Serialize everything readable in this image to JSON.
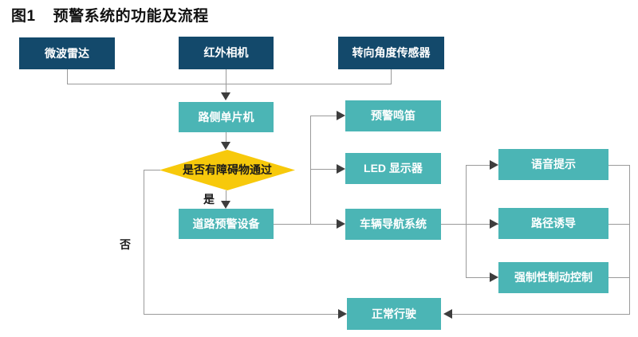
{
  "figure": {
    "number": "图1",
    "title": "预警系统的功能及流程"
  },
  "colors": {
    "sensor_fill": "#13496b",
    "process_fill": "#4bb5b5",
    "decision_fill": "#f7c90b",
    "connector": "#9a9a9a",
    "arrow": "#3d3d3d",
    "background": "#ffffff"
  },
  "nodes": {
    "sensors": [
      {
        "id": "microwave-radar",
        "label": "微波雷达"
      },
      {
        "id": "infrared-camera",
        "label": "红外相机"
      },
      {
        "id": "steering-angle-sensor",
        "label": "转向角度传感器"
      }
    ],
    "controller": {
      "id": "roadside-mcu",
      "label": "路侧单片机"
    },
    "decision": {
      "id": "obstacle-check",
      "label": "是否有障碍物通过"
    },
    "road_warning_device": {
      "id": "road-warning-device",
      "label": "道路预警设备"
    },
    "outputs": [
      {
        "id": "warning-horn",
        "label": "预警鸣笛"
      },
      {
        "id": "led-display",
        "label": "LED 显示器"
      },
      {
        "id": "vehicle-navigation-system",
        "label": "车辆导航系统"
      }
    ],
    "nav_actions": [
      {
        "id": "voice-prompt",
        "label": "语音提示"
      },
      {
        "id": "route-guidance",
        "label": "路径诱导"
      },
      {
        "id": "forced-brake-control",
        "label": "强制性制动控制"
      }
    ],
    "terminal": {
      "id": "normal-driving",
      "label": "正常行驶"
    }
  },
  "edge_labels": {
    "yes": "是",
    "no": "否"
  }
}
